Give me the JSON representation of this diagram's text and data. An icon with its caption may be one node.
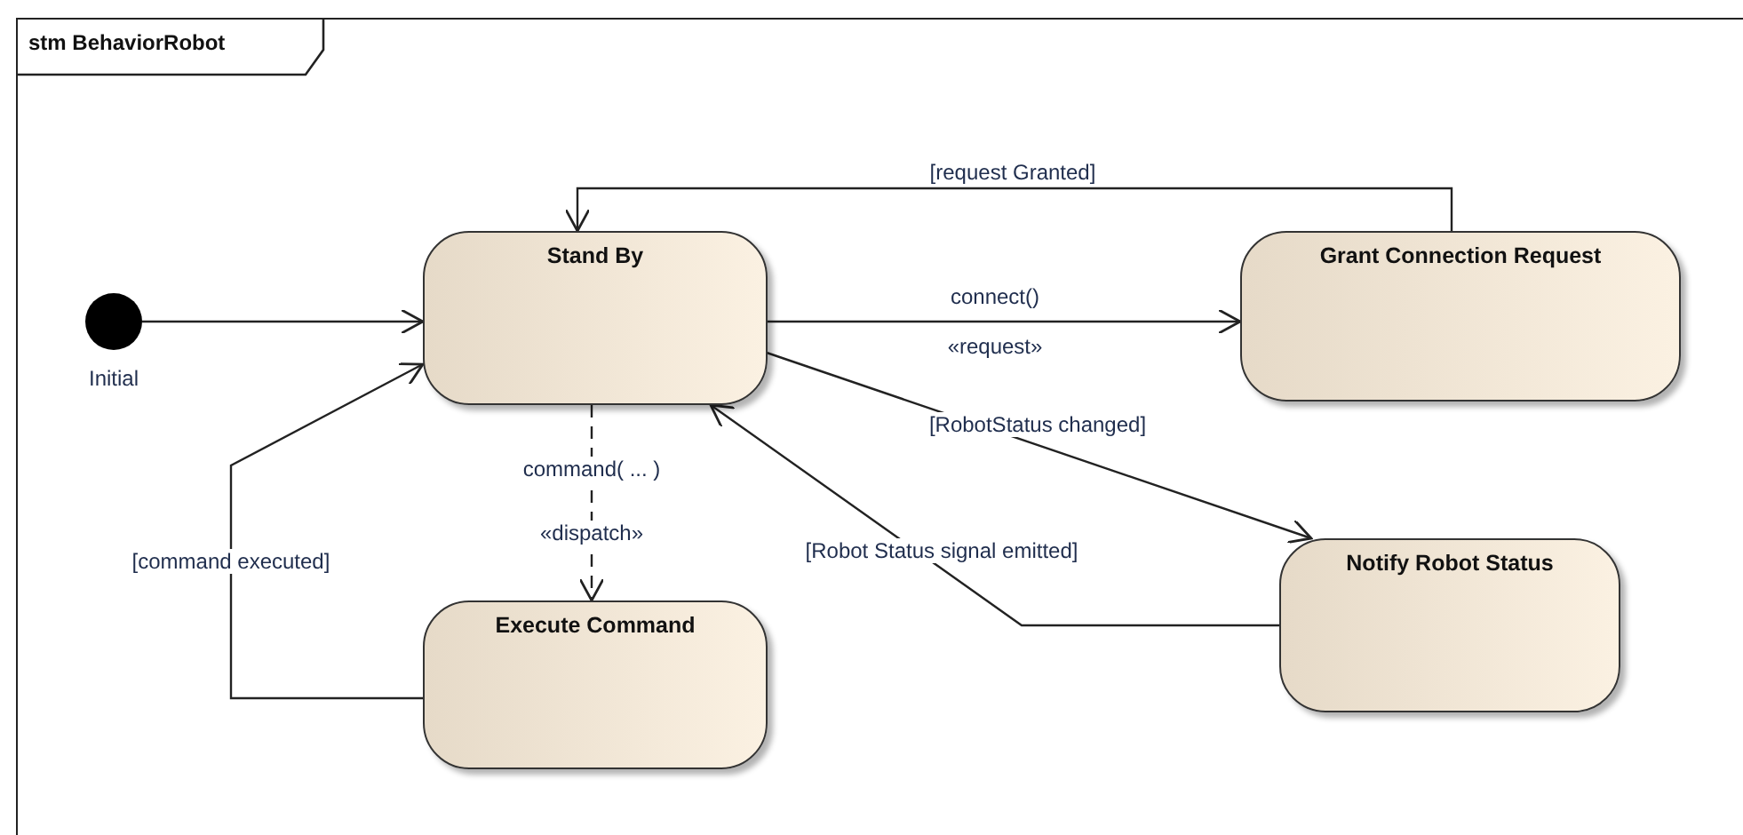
{
  "diagram": {
    "title": "stm BehaviorRobot",
    "nodes": [
      {
        "text": [],
        "shape": "circle",
        "beside": [
          "Initial"
        ]
      },
      {
        "text": [
          "Stand By"
        ]
      },
      {
        "text": [
          "Grant Connection Request"
        ]
      },
      {
        "text": [
          "Execute Command"
        ]
      },
      {
        "text": [
          "Notify Robot Status"
        ]
      }
    ],
    "edges": [
      {
        "from": 0,
        "to": 1,
        "arrow": "to"
      },
      {
        "from": 1,
        "to": 2,
        "arrow": "to",
        "label": "connect()"
      },
      {
        "from": 2,
        "to": 1,
        "arrow": "to",
        "label": "[request Granted]"
      },
      {
        "from": 1,
        "to": 3,
        "arrow": "to",
        "label": "command( ... )",
        "style": "dashed"
      },
      {
        "from": 3,
        "to": 1,
        "arrow": "to",
        "label": "[command executed]"
      },
      {
        "from": 1,
        "to": 4,
        "arrow": "to",
        "label": "[RobotStatus changed]"
      },
      {
        "from": 4,
        "to": 1,
        "arrow": "to",
        "label": "[Robot Status signal emitted]"
      }
    ],
    "labels": [
      "«request»",
      "«dispatch»"
    ]
  }
}
